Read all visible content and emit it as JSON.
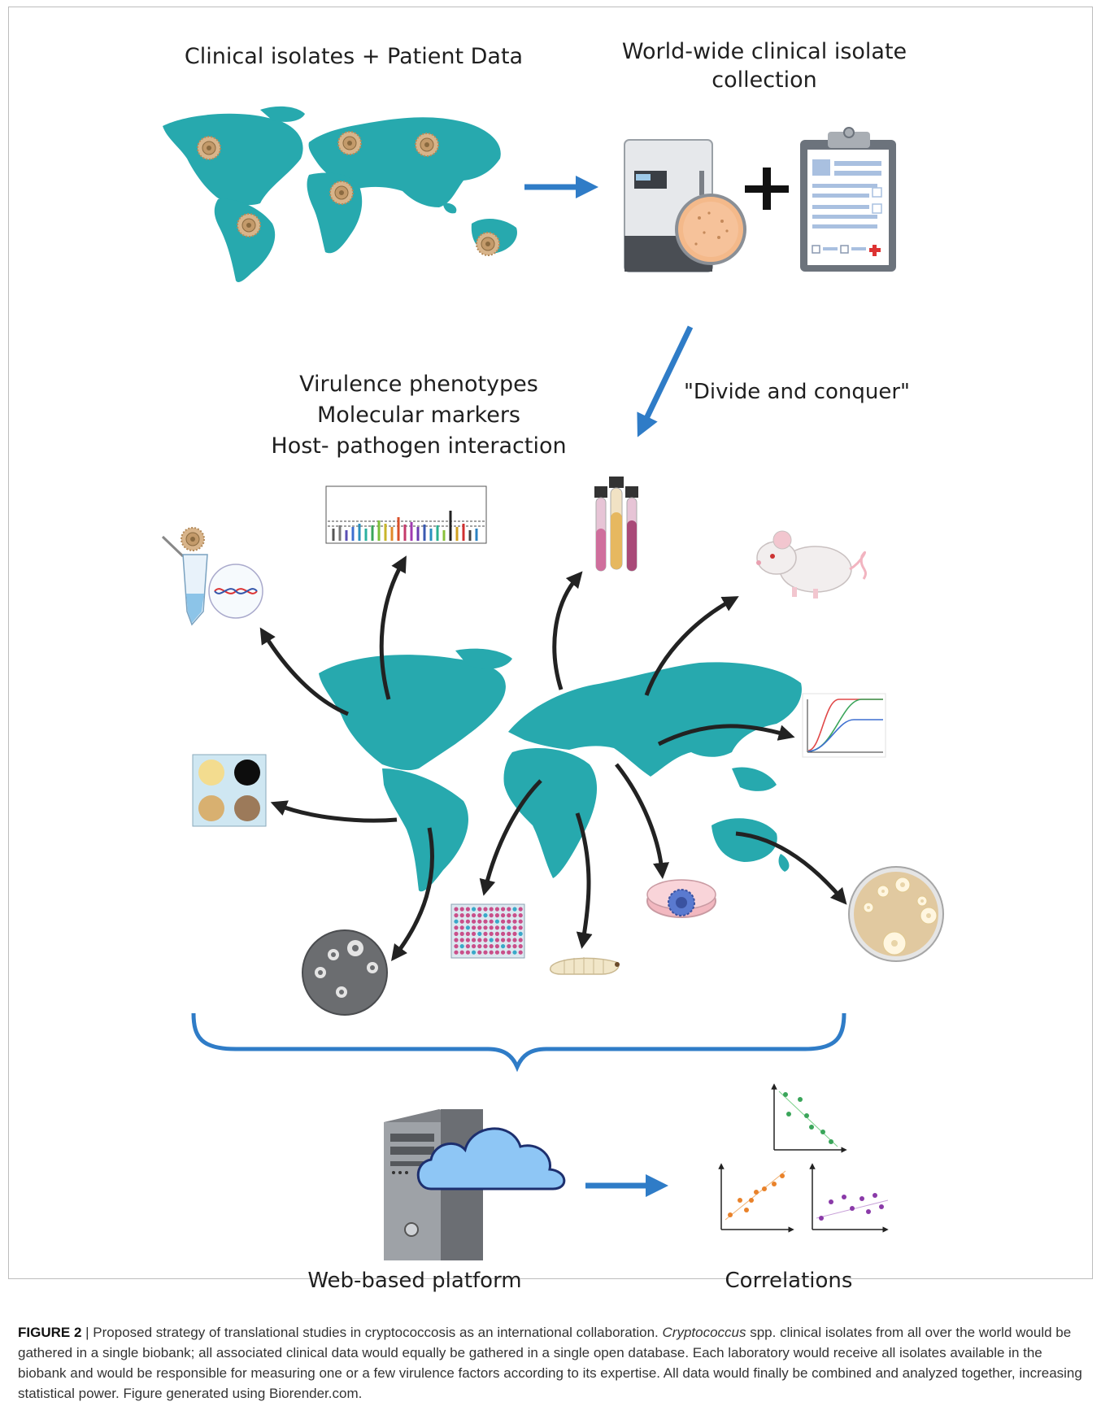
{
  "labels": {
    "clinical_isolates": "Clinical isolates + Patient Data",
    "worldwide_line1": "World-wide clinical isolate",
    "worldwide_line2": "collection",
    "divide": "\"Divide and conquer\"",
    "virulence": "Virulence phenotypes",
    "molecular": "Molecular markers",
    "host": "Host- pathogen interaction",
    "web": "Web-based platform",
    "correlations": "Correlations"
  },
  "caption": {
    "figure_label": "FIGURE 2",
    "separator": " | ",
    "part1": "Proposed strategy of translational studies in cryptococcosis as an international collaboration. ",
    "genus": "Cryptococcus",
    "part2": " spp. clinical isolates from all over the world would be gathered in a single biobank; all associated clinical data would equally be gathered in a single open database. Each laboratory would receive all isolates available in the biobank and would be responsible for measuring one or a few virulence factors according to its expertise. All data would finally be combined and analyzed together, increasing statistical power. Figure generated using Biorender.com."
  },
  "colors": {
    "map_teal": "#27a9ae",
    "arrow_blue": "#2f7cc7",
    "arrow_dark": "#222222",
    "cloud_blue": "#8ec6f5",
    "cloud_outline": "#1d2f6e"
  },
  "icons": [
    "freezer-icon",
    "petri-dish-icon",
    "clipboard-icon",
    "plus-icon",
    "manhattan-plot-icon",
    "culture-tubes-icon",
    "mouse-icon",
    "growth-curve-icon",
    "plate-96well-icon",
    "larva-icon",
    "cell-dish-icon",
    "colony-plate-icon",
    "capsule-plate-icon",
    "pigment-plate-icon",
    "pcr-tube-dna-icon",
    "server-icon",
    "cloud-icon",
    "scatter-plot-icon"
  ]
}
